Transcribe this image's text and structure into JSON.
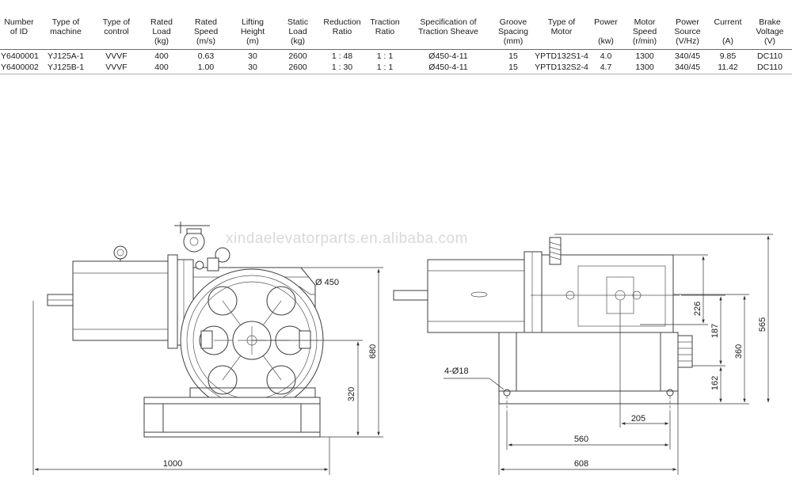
{
  "spec_table": {
    "headers": [
      "Number\nof ID",
      "Type of\nmachine",
      "Type of\ncontrol",
      "Rated\nLoad\n(kg)",
      "Rated\nSpeed\n(m/s)",
      "Lifting\nHeight\n(m)",
      "Static\nLoad\n(kg)",
      "Reduction\nRatio",
      "Traction\nRatio",
      "Specification of\nTraction Sheave",
      "Groove\nSpacing\n(mm)",
      "Type of\nMotor",
      "Power\n\n(kw)",
      "Motor\nSpeed\n(r/min)",
      "Power\nSource\n(V/Hz)",
      "Current\n\n(A)",
      "Brake\nVoltage\n(V)"
    ],
    "rows": [
      [
        "Y6400001",
        "YJ125A-1",
        "VVVF",
        "400",
        "0.63",
        "30",
        "2600",
        "1 : 48",
        "1 : 1",
        "Ø450-4-11",
        "15",
        "YPTD132S1-4",
        "4.0",
        "1300",
        "340/45",
        "9.85",
        "DC110"
      ],
      [
        "Y6400002",
        "YJ125B-1",
        "VVVF",
        "400",
        "1.00",
        "30",
        "2600",
        "1 : 30",
        "1 : 1",
        "Ø450-4-11",
        "15",
        "YPTD132S2-4",
        "4.7",
        "1300",
        "340/45",
        "11.42",
        "DC110"
      ]
    ]
  },
  "watermark": "xindaelevatorparts.en.alibaba.com",
  "front_view": {
    "sheave_diameter": "Ø 450",
    "total_height": "680",
    "shaft_height": "320",
    "total_length": "1000"
  },
  "side_view": {
    "holes": "4-Ø18",
    "dim_226": "226",
    "dim_187": "187",
    "dim_360": "360",
    "dim_162": "162",
    "dim_565": "565",
    "dim_205": "205",
    "dim_560": "560",
    "dim_608": "608"
  },
  "colors": {
    "line": "#3c3c3c",
    "text": "#1a1a1a",
    "watermark": "#d9d9d9"
  }
}
